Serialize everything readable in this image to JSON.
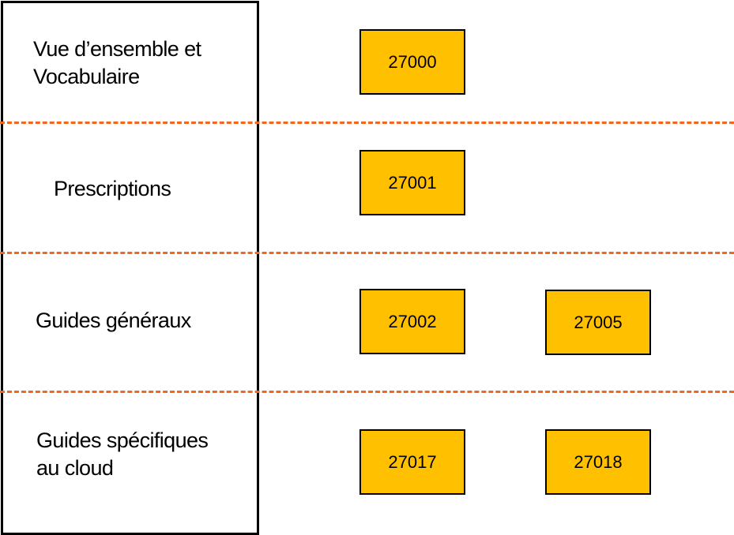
{
  "rows": [
    {
      "label_line1": "Vue d’ensemble et",
      "label_line2": "Vocabulaire",
      "standards": [
        "27000"
      ]
    },
    {
      "label": "Prescriptions",
      "standards": [
        "27001"
      ]
    },
    {
      "label": "Guides généraux",
      "standards": [
        "27002",
        "27005"
      ]
    },
    {
      "label_line1": "Guides spécifiques",
      "label_line2": "au cloud",
      "standards": [
        "27017",
        "27018"
      ]
    }
  ],
  "colors": {
    "box_fill": "#ffc000",
    "separator": "#f26722",
    "border": "#000000"
  }
}
